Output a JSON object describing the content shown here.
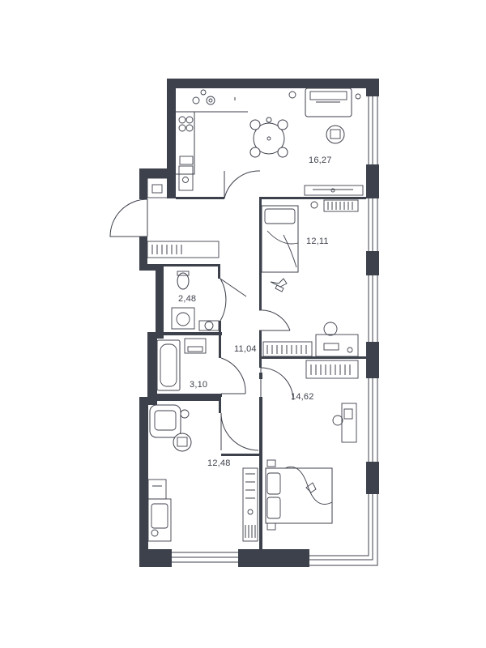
{
  "rooms": [
    {
      "id": "kitchen-living",
      "area": "16,27"
    },
    {
      "id": "bedroom-top",
      "area": "12,11"
    },
    {
      "id": "toilet",
      "area": "2,48"
    },
    {
      "id": "hall",
      "area": "11,04"
    },
    {
      "id": "bathroom",
      "area": "3,10"
    },
    {
      "id": "bedroom-right",
      "area": "14,62"
    },
    {
      "id": "bedroom-left",
      "area": "12,48"
    }
  ],
  "colors": {
    "wall": "#3d414b",
    "background": "#ffffff"
  }
}
